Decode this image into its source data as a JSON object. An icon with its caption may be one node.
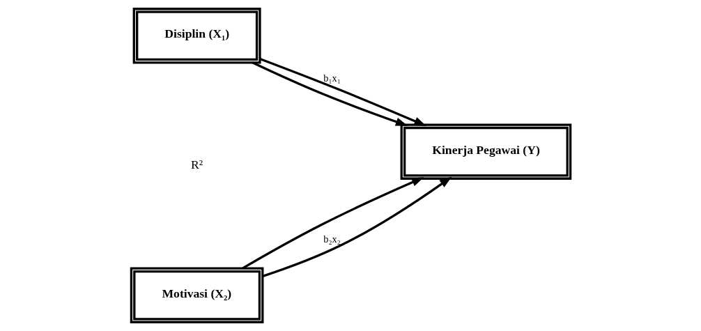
{
  "diagram": {
    "nodes": [
      {
        "text": [
          "Disiplin (X₁)"
        ]
      },
      {
        "text": [
          "Motivasi (X₂)"
        ]
      },
      {
        "text": [
          "Kinerja Pegawai (Y)"
        ]
      }
    ],
    "edges": [
      {
        "from": 0,
        "to": 2,
        "arrow": "to",
        "label": "b₁x₁"
      },
      {
        "from": 0,
        "to": 2,
        "arrow": "to"
      },
      {
        "from": 1,
        "to": 2,
        "arrow": "to"
      },
      {
        "from": 1,
        "to": 2,
        "arrow": "to",
        "label": "b₂x₂"
      }
    ],
    "labels": [
      "R²"
    ]
  }
}
